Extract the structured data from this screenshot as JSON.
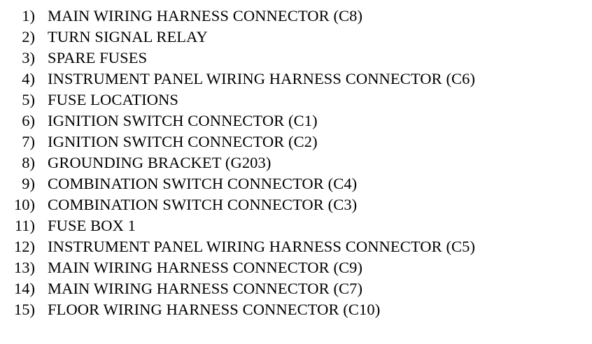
{
  "legend": {
    "items": [
      {
        "number": "1)",
        "label": "MAIN WIRING HARNESS CONNECTOR (C8)"
      },
      {
        "number": "2)",
        "label": "TURN SIGNAL RELAY"
      },
      {
        "number": "3)",
        "label": "SPARE FUSES"
      },
      {
        "number": "4)",
        "label": "INSTRUMENT PANEL WIRING HARNESS CONNECTOR (C6)"
      },
      {
        "number": "5)",
        "label": "FUSE LOCATIONS"
      },
      {
        "number": "6)",
        "label": "IGNITION SWITCH CONNECTOR (C1)"
      },
      {
        "number": "7)",
        "label": "IGNITION SWITCH CONNECTOR (C2)"
      },
      {
        "number": "8)",
        "label": "GROUNDING BRACKET (G203)"
      },
      {
        "number": "9)",
        "label": "COMBINATION SWITCH CONNECTOR (C4)"
      },
      {
        "number": "10)",
        "label": "COMBINATION SWITCH CONNECTOR (C3)"
      },
      {
        "number": "11)",
        "label": "FUSE BOX 1"
      },
      {
        "number": "12)",
        "label": "INSTRUMENT PANEL WIRING HARNESS CONNECTOR (C5)"
      },
      {
        "number": "13)",
        "label": "MAIN WIRING HARNESS CONNECTOR (C9)"
      },
      {
        "number": "14)",
        "label": "MAIN WIRING HARNESS CONNECTOR (C7)"
      },
      {
        "number": "15)",
        "label": "FLOOR WIRING HARNESS CONNECTOR (C10)"
      }
    ]
  }
}
